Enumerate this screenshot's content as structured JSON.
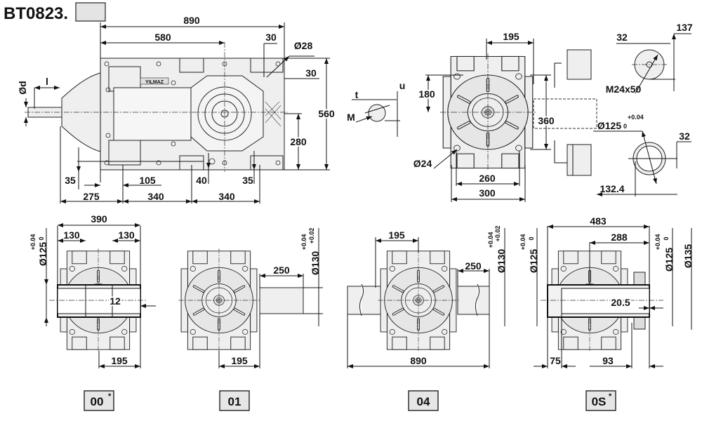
{
  "header": {
    "model_code": "BT0823.",
    "variant_box": ""
  },
  "side_view": {
    "overall_length": "890",
    "length_580": "580",
    "offset_30_top": "30",
    "hole_diameter": "Ø28",
    "offset_30_right": "30",
    "height_560": "560",
    "height_280": "280",
    "input_diameter": "Ød",
    "input_length": "l",
    "foot_35_left": "35",
    "foot_105": "105",
    "foot_40": "40",
    "foot_35_right": "35",
    "span_275": "275",
    "span_340_left": "340",
    "span_340_right": "340",
    "logo": "YILMAZ"
  },
  "key_detail": {
    "t": "t",
    "u": "u",
    "m": "M"
  },
  "front_view": {
    "width_195": "195",
    "height_180": "180",
    "height_360": "360",
    "hole_diameter": "Ø24",
    "width_260": "260",
    "width_300": "300"
  },
  "shaft_details": {
    "width_32_top": "32",
    "height_137": "137",
    "thread": "M24x50",
    "bore_diameter": "Ø125",
    "bore_tol_upper": "+0.04",
    "bore_tol_lower": "0",
    "width_32_bottom": "32",
    "height_132_4": "132.4"
  },
  "variants": [
    {
      "label": "00",
      "superscript": "*",
      "dims": {
        "overall": "390",
        "left": "130",
        "right": "130",
        "inner": "12",
        "offset": "195",
        "bore": "Ø125",
        "tol_upper": "+0.04",
        "tol_lower": "0"
      }
    },
    {
      "label": "01",
      "superscript": "",
      "dims": {
        "shaft_length": "250",
        "offset": "195",
        "shaft": "Ø130",
        "tol_upper": "+0.04",
        "tol_lower": "+0.02"
      }
    },
    {
      "label": "04",
      "superscript": "",
      "dims": {
        "offset": "195",
        "shaft_length": "250",
        "overall": "890",
        "shaft": "Ø130",
        "tol_upper": "+0.04",
        "tol_lower": "+0.02"
      }
    },
    {
      "label": "0S",
      "superscript": "*",
      "dims": {
        "overall": "483",
        "inner": "288",
        "left": "75",
        "right": "93",
        "gap": "20.5",
        "bore_left": "Ø125",
        "tol_upper_left": "+0.04",
        "tol_lower_left": "0",
        "bore_right": "Ø125",
        "tol_upper_right": "+0.04",
        "tol_lower_right": "0",
        "ring": "Ø135"
      }
    }
  ]
}
